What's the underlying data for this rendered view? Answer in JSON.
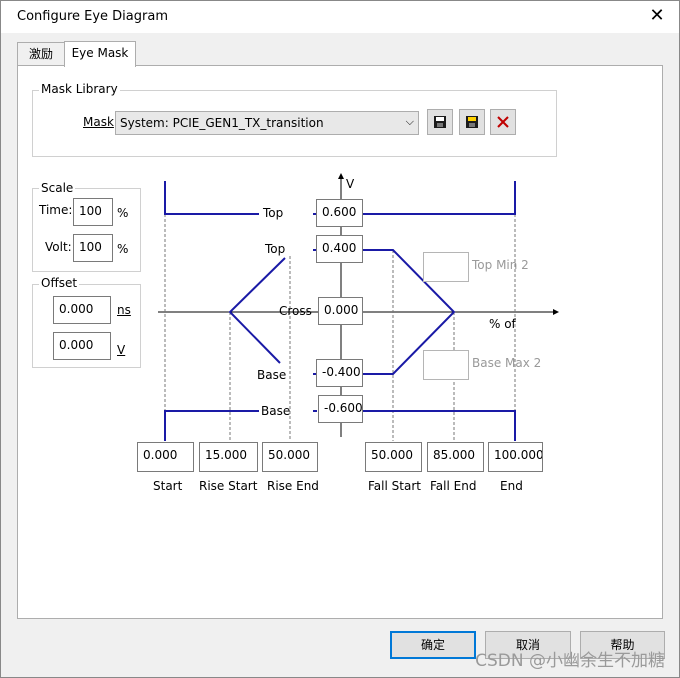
{
  "window": {
    "title": "Configure Eye Diagram"
  },
  "tabs": [
    {
      "label": "激励"
    },
    {
      "label": "Eye Mask"
    }
  ],
  "mask_library": {
    "group_label": "Mask Library",
    "mask_label": "Mask",
    "mask_value": "System: PCIE_GEN1_TX_transition"
  },
  "scale": {
    "group_label": "Scale",
    "time_label": "Time:",
    "time_value": "100",
    "time_unit": "%",
    "volt_label": "Volt:",
    "volt_value": "100",
    "volt_unit": "%"
  },
  "offset": {
    "group_label": "Offset",
    "time_value": "0.000",
    "time_unit": "ns",
    "volt_value": "0.000",
    "volt_unit": "V"
  },
  "diagram": {
    "v_axis_label": "V",
    "x_axis_label": "% of",
    "labels": {
      "top_outer": "Top",
      "top_inner": "Top",
      "cross": "Cross",
      "base_inner": "Base",
      "base_outer": "Base"
    },
    "values": {
      "top_outer": "0.600",
      "top_inner": "0.400",
      "cross": "0.000",
      "base_inner": "-0.400",
      "base_outer": "-0.600"
    },
    "top_min_2": "Top Min 2",
    "base_max_2": "Base Max 2"
  },
  "time_points": [
    {
      "value": "0.000",
      "label": "Start"
    },
    {
      "value": "15.000",
      "label": "Rise Start"
    },
    {
      "value": "50.000",
      "label": "Rise End"
    },
    {
      "value": "50.000",
      "label": "Fall Start"
    },
    {
      "value": "85.000",
      "label": "Fall End"
    },
    {
      "value": "100.000",
      "label": "End"
    }
  ],
  "buttons": {
    "ok": "确定",
    "cancel": "取消",
    "help": "帮助"
  },
  "watermark": "CSDN @小幽余生不加糖",
  "colors": {
    "mask_line": "#1a1aa6"
  }
}
